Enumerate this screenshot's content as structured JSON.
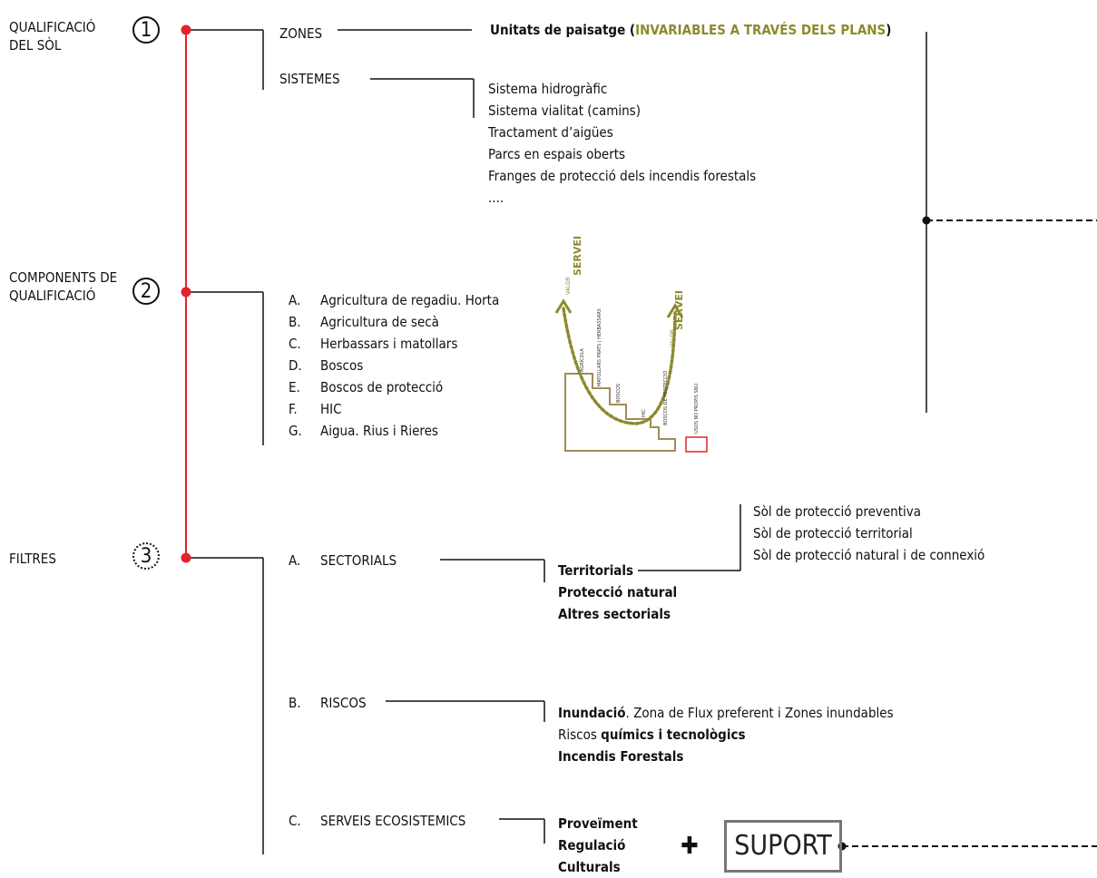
{
  "steps": [
    {
      "number": "1",
      "label_line1": "QUALIFICACIÓ",
      "label_line2": "DEL SÒL"
    },
    {
      "number": "2",
      "label_line1": "COMPONENTS DE",
      "label_line2": "QUALIFICACIÓ"
    },
    {
      "number": "3",
      "label_line1": "FILTRES"
    }
  ],
  "qualificacio": {
    "zones": {
      "label": "ZONES",
      "target_prefix": "Unitats de paisatge (",
      "target_highlight": "INVARIABLES A TRAVÉS DELS PLANS",
      "target_suffix": ")"
    },
    "sistemes": {
      "label": "SISTEMES",
      "items": [
        "Sistema hidrogràfic",
        "Sistema vialitat  (camins)",
        "Tractament d’aigües",
        "Parcs en espais oberts",
        "Franges de protecció dels incendis  forestals",
        "...."
      ]
    }
  },
  "components": [
    {
      "letter": "A.",
      "label": "Agricultura de regadiu. Horta"
    },
    {
      "letter": "B.",
      "label": "Agricultura  de secà"
    },
    {
      "letter": "C.",
      "label": "Herbassars i matollars"
    },
    {
      "letter": "D.",
      "label": "Boscos"
    },
    {
      "letter": "E.",
      "label": "Boscos de protecció"
    },
    {
      "letter": "F.",
      "label": "HIC"
    },
    {
      "letter": "G.",
      "label": "Aigua. Rius i Rieres"
    }
  ],
  "illustration": {
    "arrow_left_small": "VALOR",
    "arrow_left_big": "SERVEI",
    "arrow_right_small": "VALOR",
    "arrow_right_big": "SERVEI",
    "step_labels": [
      "AGRÍCOLA",
      "MATOLLARS PRATS | HERBASSARS",
      "BOSCOS",
      "HIC",
      "BOSCOS DE PROTECCIÓ",
      "USOS NO PROPIS SNU"
    ],
    "colors": {
      "olive": "#8c8a2e",
      "stairs": "#a08c5a",
      "red": "#e0242c"
    }
  },
  "filtres": {
    "sectorials": {
      "letter": "A.",
      "label": "SECTORIALS",
      "items": [
        "Territorials",
        "Protecció natural",
        "Altres sectorials"
      ],
      "sub_items": [
        "Sòl de protecció preventiva",
        "Sòl de protecció territorial",
        "Sòl de protecció natural i de connexió"
      ]
    },
    "riscos": {
      "letter": "B.",
      "label": "RISCOS",
      "inundacio_bold": "Inundació",
      "inundacio_rest": ". Zona de Flux preferent i Zones inundables",
      "quimics_prefix": "Riscos ",
      "quimics_bold": "químics i tecnològics",
      "incendis": "Incendis Forestals"
    },
    "serveis": {
      "letter": "C.",
      "label": "SERVEIS ECOSISTEMICS",
      "items": [
        "Proveïment",
        "Regulació",
        "Culturals"
      ]
    }
  },
  "plus_symbol": "✚",
  "suport_label": "SUPORT"
}
